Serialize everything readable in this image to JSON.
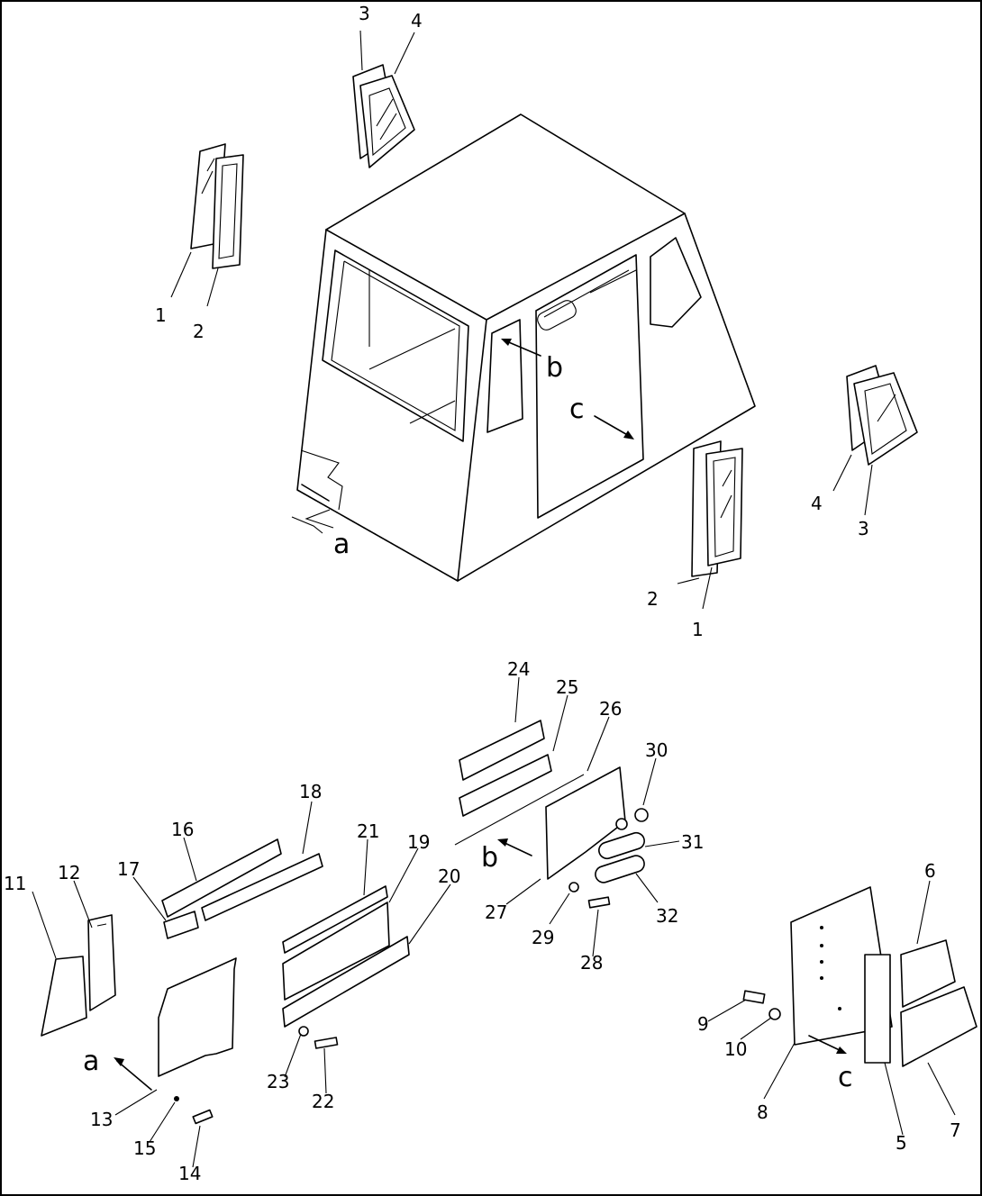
{
  "diagram": {
    "part_numbers": {
      "n1": "1",
      "n2": "2",
      "n3": "3",
      "n4": "4",
      "n5": "5",
      "n6": "6",
      "n7": "7",
      "n8": "8",
      "n9": "9",
      "n10": "10",
      "n11": "11",
      "n12": "12",
      "n13": "13",
      "n14": "14",
      "n15": "15",
      "n16": "16",
      "n17": "17",
      "n18": "18",
      "n19": "19",
      "n20": "20",
      "n21": "21",
      "n22": "22",
      "n23": "23",
      "n24": "24",
      "n25": "25",
      "n26": "26",
      "n27": "27",
      "n28": "28",
      "n29": "29",
      "n30": "30",
      "n31": "31",
      "n32": "32"
    },
    "view_letters": {
      "a": "a",
      "b": "b",
      "c": "c"
    }
  }
}
